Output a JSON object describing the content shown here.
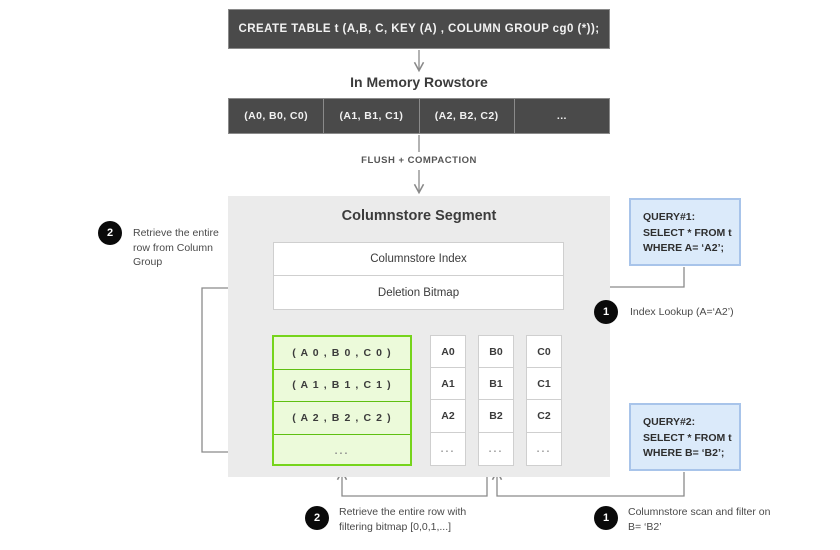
{
  "ddl": {
    "statement": "CREATE TABLE  t (A,B, C, KEY (A) , COLUMN GROUP cg0 (*));"
  },
  "rowstore": {
    "title": "In Memory Rowstore",
    "cells": [
      "(A0, B0, C0)",
      "(A1, B1, C1)",
      "(A2, B2, C2)",
      "..."
    ]
  },
  "flush": {
    "label": "FLUSH + COMPACTION"
  },
  "segment": {
    "title": "Columnstore Segment",
    "index_label": "Columnstore Index",
    "deletion_label": "Deletion Bitmap",
    "column_group": {
      "rows": [
        "( A 0 ,  B 0 ,  C 0 )",
        "( A 1 ,  B 1 ,  C 1 )",
        "( A 2 ,  B 2 ,  C 2 )",
        "..."
      ]
    },
    "columns": [
      {
        "name": "A",
        "cells": [
          "A0",
          "A1",
          "A2",
          "..."
        ]
      },
      {
        "name": "B",
        "cells": [
          "B0",
          "B1",
          "B2",
          "..."
        ]
      },
      {
        "name": "C",
        "cells": [
          "C0",
          "C1",
          "C2",
          "..."
        ]
      }
    ]
  },
  "queries": [
    {
      "id": "query-1",
      "lines": [
        "QUERY#1:",
        "SELECT * FROM t",
        "WHERE A= ‘A2’;"
      ]
    },
    {
      "id": "query-2",
      "lines": [
        "QUERY#2:",
        "SELECT * FROM t",
        "WHERE B= ‘B2’;"
      ]
    }
  ],
  "annotations": [
    {
      "id": "retrieve-row-column-group",
      "number": "2",
      "text": "Retrieve the entire row from Column Group"
    },
    {
      "id": "index-lookup",
      "number": "1",
      "text": "Index Lookup (A=‘A2’)"
    },
    {
      "id": "retrieve-row-bitmap",
      "number": "2",
      "text": "Retrieve the entire row with filtering bitmap [0,0,1,...]"
    },
    {
      "id": "columnstore-scan",
      "number": "1",
      "text": "Columnstore scan and filter on B= ‘B2’"
    }
  ],
  "colors": {
    "dark_box": "#4a4a4a",
    "segment_bg": "#ebebeb",
    "green_fill": "#ecfada",
    "green_border": "#76d41c",
    "query_fill": "#dbeafa",
    "query_border": "#a8c4ea",
    "wire": "#8a8a8a"
  }
}
